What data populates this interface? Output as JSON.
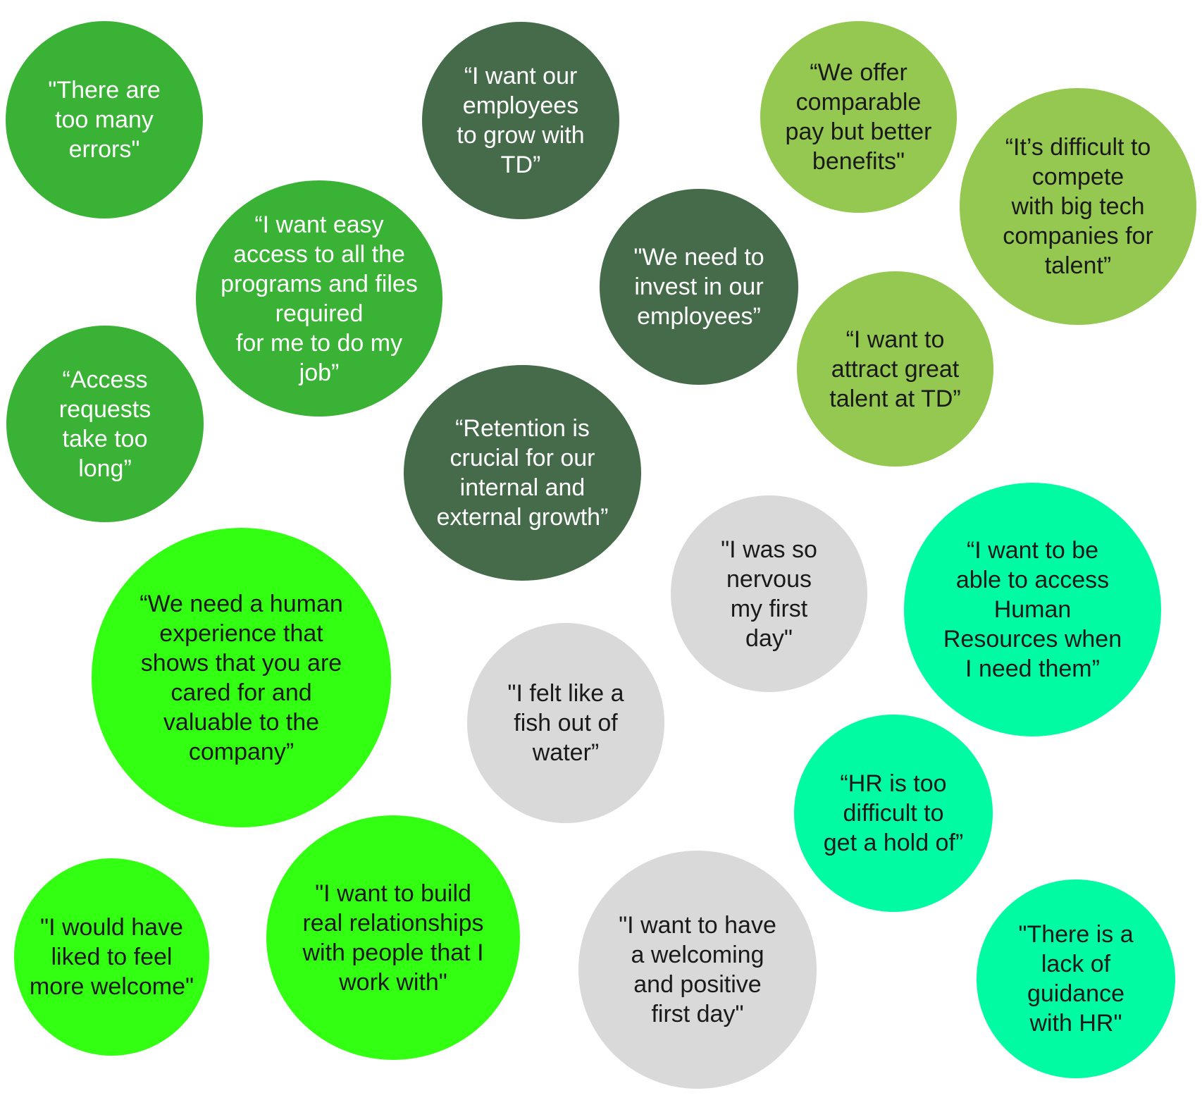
{
  "bubbles": [
    {
      "id": "b1",
      "text": "\"There are\ntoo many\nerrors\""
    },
    {
      "id": "b2",
      "text": "“I want our\nemployees\nto grow with\nTD”"
    },
    {
      "id": "b3",
      "text": "“We offer\ncomparable\npay but better\nbenefits\""
    },
    {
      "id": "b4",
      "text": "“It’s difficult to\ncompete\nwith big tech\ncompanies for\ntalent”"
    },
    {
      "id": "b5",
      "text": "“I want easy\naccess to all the\nprograms and files\nrequired\nfor me to do my\njob”"
    },
    {
      "id": "b6",
      "text": "\"We need to\ninvest in our\nemployees”"
    },
    {
      "id": "b7",
      "text": "“I want to\nattract great\ntalent at TD”"
    },
    {
      "id": "b8",
      "text": "“Access\nrequests\ntake too\nlong”"
    },
    {
      "id": "b9",
      "text": "“Retention is\ncrucial for our\ninternal and\nexternal growth”"
    },
    {
      "id": "b10",
      "text": "\"I was so\nnervous\nmy first\nday\""
    },
    {
      "id": "b11",
      "text": "“I want to be\nable to access\nHuman\nResources when\nI need them”"
    },
    {
      "id": "b12",
      "text": "“We need a human\nexperience that\nshows that you are\ncared for and\nvaluable to the\ncompany”"
    },
    {
      "id": "b13",
      "text": "\"I felt like a\nfish out of\nwater”"
    },
    {
      "id": "b14",
      "text": "“HR is too\ndifficult to\nget a hold of”"
    },
    {
      "id": "b15",
      "text": "\"I would have\nliked to feel\nmore welcome\""
    },
    {
      "id": "b16",
      "text": "\"I want to build\nreal relationships\nwith people that I\nwork with\""
    },
    {
      "id": "b17",
      "text": "\"I want to have\na welcoming\nand positive\nfirst day\""
    },
    {
      "id": "b18",
      "text": "\"There is a\nlack of\nguidance\nwith HR\""
    }
  ],
  "colors": {
    "medium_green": "#39b236",
    "dark_green": "#456b4a",
    "lime_green": "#95c850",
    "neon_green": "#33ff13",
    "light_gray": "#d9d9d9",
    "mint": "#00fba3",
    "text_light": "#ffffff",
    "text_dark": "#1a1a1a"
  }
}
